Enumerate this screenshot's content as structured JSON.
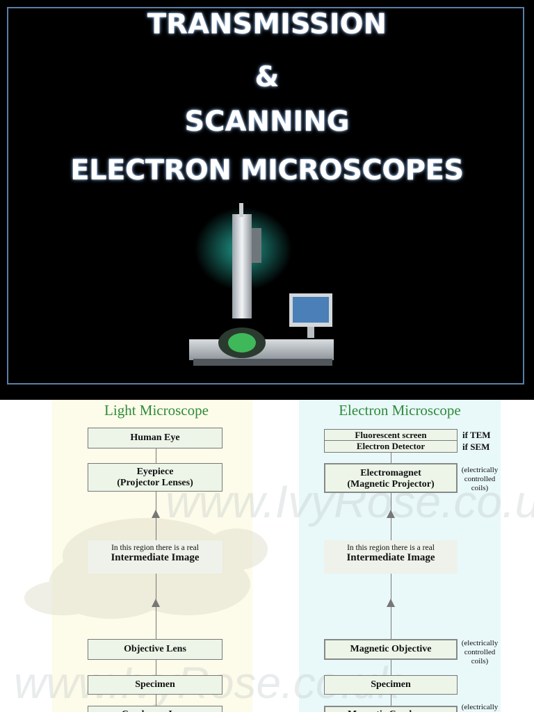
{
  "slide": {
    "title_lines": [
      "TRANSMISSION",
      "&",
      "SCANNING",
      "ELECTRON MICROSCOPES"
    ],
    "colors": {
      "background": "#000000",
      "frame": "#5a7fa8",
      "glow": "#7fa7d8"
    }
  },
  "diagram": {
    "light": {
      "title": "Light Microscope",
      "human_eye": "Human Eye",
      "eyepiece_line1": "Eyepiece",
      "eyepiece_line2": "(Projector Lenses)",
      "region_small": "In this region there is a real",
      "region_big": "Intermediate Image",
      "objective": "Objective Lens",
      "specimen": "Specimen",
      "condenser": "Condenser Lens"
    },
    "electron": {
      "title": "Electron Microscope",
      "fluorescent": "Fluorescent screen",
      "fluorescent_note": "if TEM",
      "detector": "Electron Detector",
      "detector_note": "if SEM",
      "projector_line1": "Electromagnet",
      "projector_line2": "(Magnetic Projector)",
      "coil_note_1": "(electrically controlled coils)",
      "region_small": "In this region there is a real",
      "region_big": "Intermediate Image",
      "objective": "Magnetic Objective",
      "coil_note_2": "(electrically controlled coils)",
      "specimen": "Specimen",
      "condenser": "Magnetic Condenser",
      "coil_note_3": "(electrically controlled coils)"
    },
    "watermark": "www.IvyRose.co.uk",
    "colors": {
      "title_green": "#2e8b3a",
      "box_fill": "#ecf5e8",
      "light_bg": "#fdfbe9",
      "electron_bg": "#e9f8f9"
    }
  }
}
